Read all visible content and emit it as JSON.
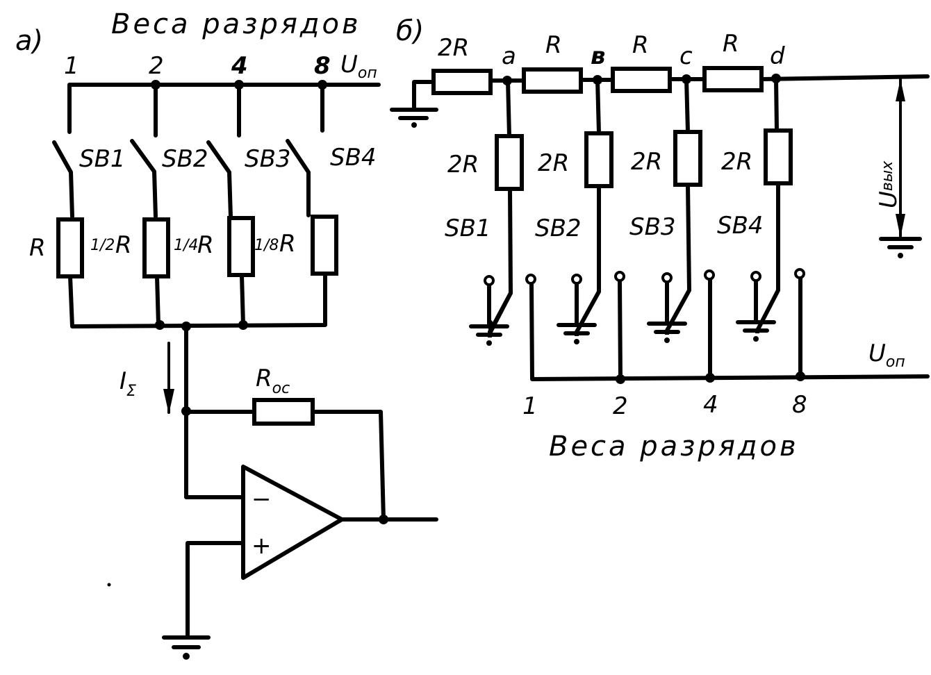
{
  "figure": {
    "panel_a": {
      "label": "а)",
      "title": "Веса разрядов",
      "weights": [
        "1",
        "2",
        "4",
        "8"
      ],
      "reference_voltage": {
        "main": "U",
        "sub": "оп"
      },
      "switches": [
        "SB1",
        "SB2",
        "SB3",
        "SB4"
      ],
      "resistors": [
        {
          "left": "R",
          "right": ""
        },
        {
          "left": "",
          "right": "1/2 R"
        },
        {
          "left": "",
          "right": "1/4 R"
        },
        {
          "left": "",
          "right": "1/8 R"
        }
      ],
      "res_labels": [
        "R",
        "1/2",
        "R",
        "1/4",
        "R",
        "1/8",
        "R"
      ],
      "current": {
        "main": "I",
        "sub": "Σ"
      },
      "feedback": {
        "main": "R",
        "sub": "ос"
      },
      "opamp": {
        "minus": "−",
        "plus": "+"
      }
    },
    "panel_b": {
      "label": "б)",
      "title": "Веса разрядов",
      "series_resistors": [
        "2R",
        "R",
        "R",
        "R"
      ],
      "nodes": [
        "a",
        "в",
        "c",
        "d"
      ],
      "shunt_resistors": [
        "2R",
        "2R",
        "2R",
        "2R"
      ],
      "switches": [
        "SB1",
        "SB2",
        "SB3",
        "SB4"
      ],
      "weights": [
        "1",
        "2",
        "4",
        "8"
      ],
      "reference_voltage": {
        "main": "U",
        "sub": "оп"
      },
      "output_voltage": {
        "main": "U",
        "sub": "вых"
      }
    }
  }
}
